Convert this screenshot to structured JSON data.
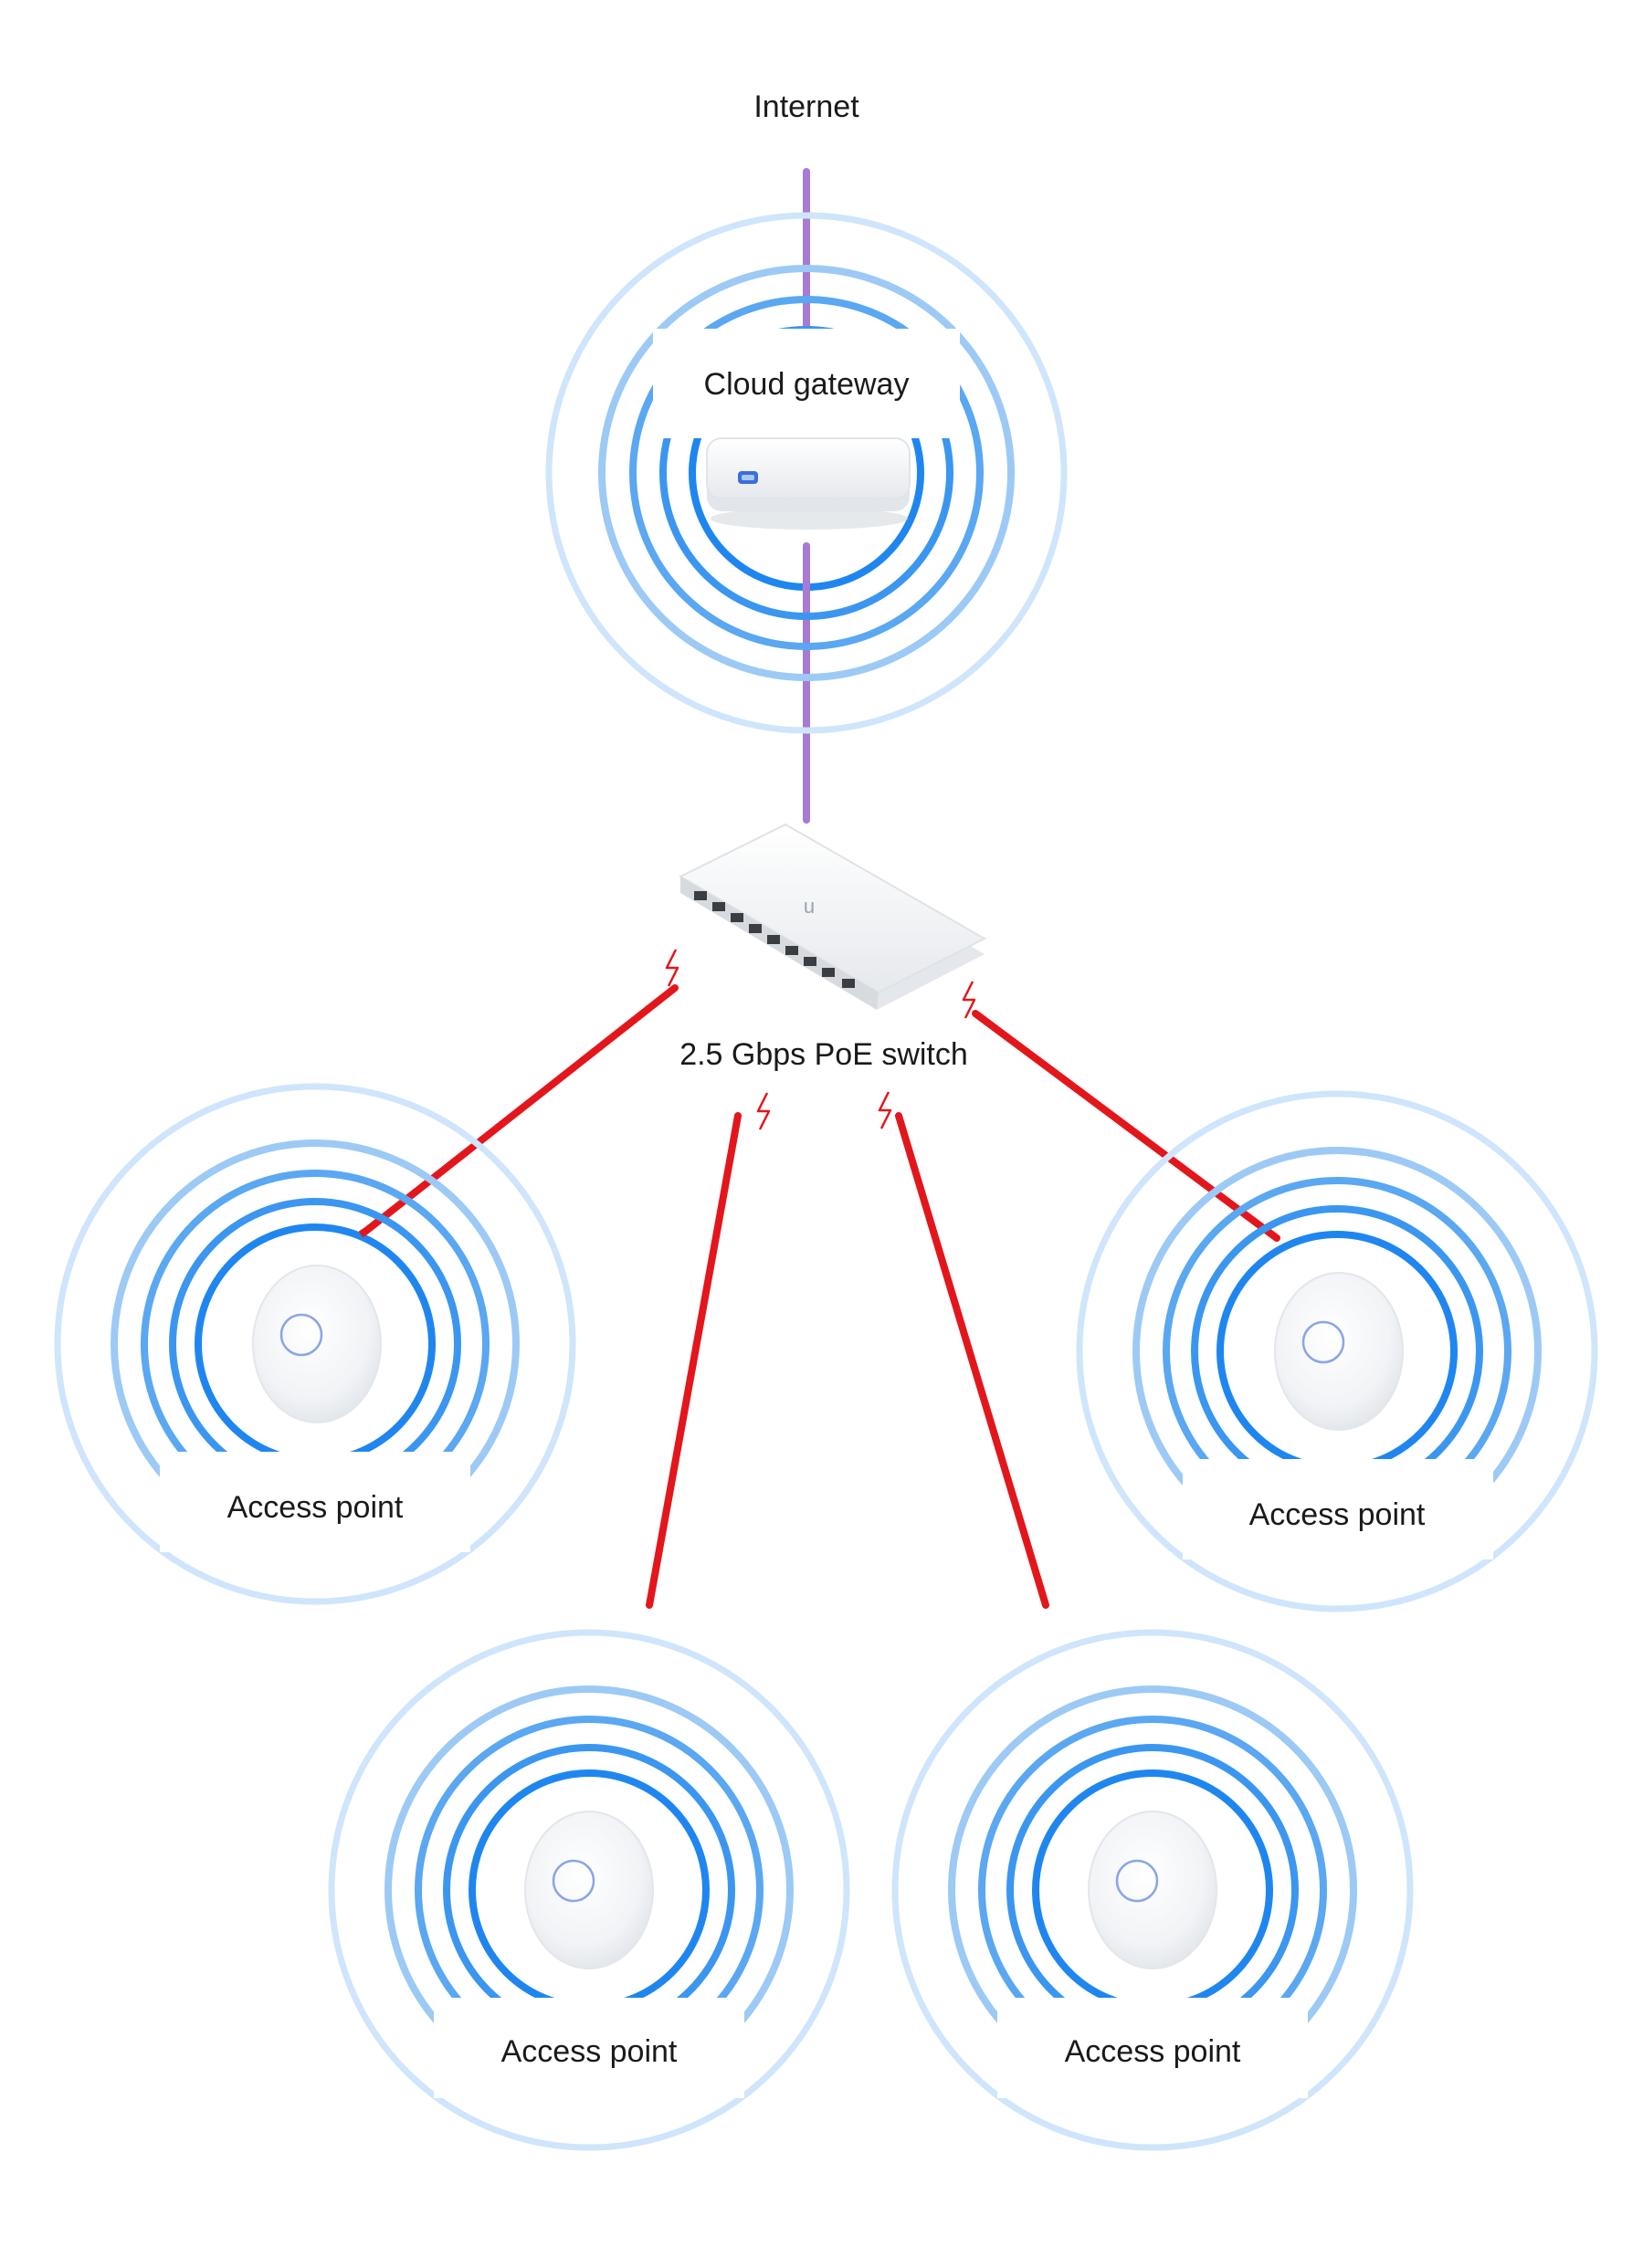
{
  "labels": {
    "internet": "Internet",
    "gateway": "Cloud gateway",
    "switch": "2.5 Gbps PoE switch",
    "ap1": "Access point",
    "ap2": "Access point",
    "ap3": "Access point",
    "ap4": "Access point"
  },
  "colors": {
    "uplink": "#a77bd4",
    "poe": "#e3161c",
    "ring_inner": "#1f86f0",
    "ring_mid": "#5aa7f2",
    "ring_soft": "#9ccaf5",
    "ring_outer": "#cfe5fb",
    "device": "#eef0f3",
    "device_shadow": "#d3d7dd"
  },
  "icons": [
    "lightning-icon",
    "ubiquiti-logo-icon"
  ]
}
